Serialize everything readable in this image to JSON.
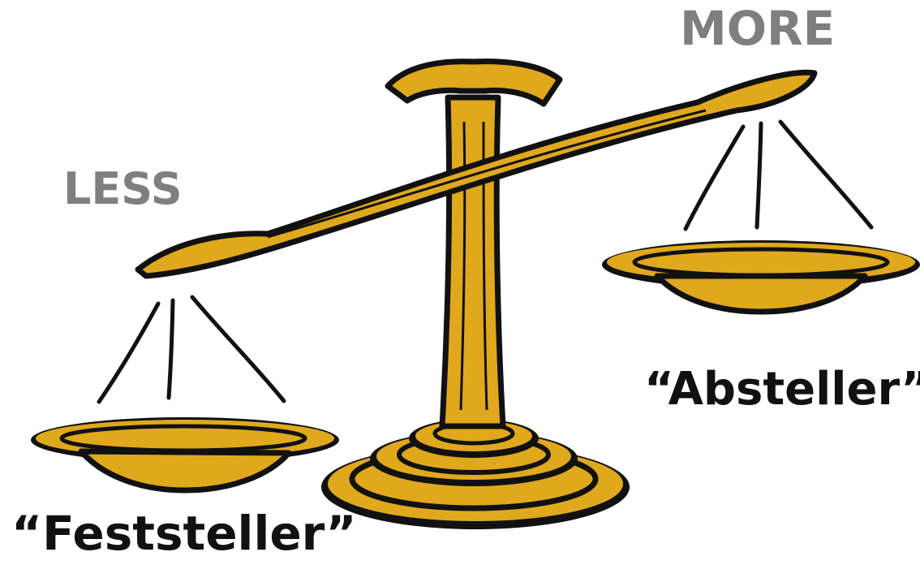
{
  "labels": {
    "more": "MORE",
    "less": "LESS",
    "absteller": "“Absteller”",
    "feststeller": "“Feststeller”"
  },
  "colors": {
    "gold": "#e0a81c",
    "outline": "#111111",
    "label_gray": "#7f7f7f",
    "label_dark": "#111111"
  },
  "illustration": {
    "subject": "balance-scale",
    "tilt": "left-low"
  }
}
